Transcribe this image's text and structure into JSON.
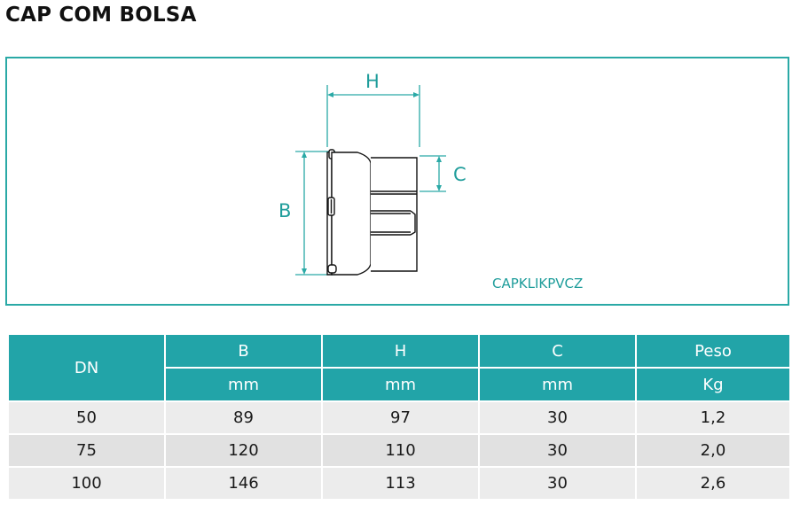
{
  "title": "CAP COM BOLSA",
  "drawing": {
    "dim_h": "H",
    "dim_b": "B",
    "dim_c": "C",
    "product_code": "CAPKLIKPVCZ"
  },
  "table": {
    "headers": [
      "DN",
      "B",
      "H",
      "C",
      "Peso"
    ],
    "units": [
      "mm",
      "mm",
      "mm",
      "Kg"
    ],
    "rows": [
      [
        "50",
        "89",
        "97",
        "30",
        "1,2"
      ],
      [
        "75",
        "120",
        "110",
        "30",
        "2,0"
      ],
      [
        "100",
        "146",
        "113",
        "30",
        "2,6"
      ]
    ]
  },
  "colors": {
    "accent": "#22a4a8",
    "row_light": "#ececec",
    "row_dark": "#e1e1e1"
  }
}
